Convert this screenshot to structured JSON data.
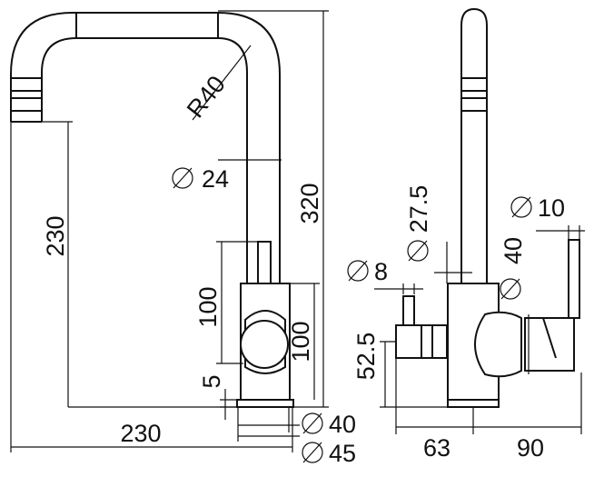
{
  "colors": {
    "line": "#111111",
    "background": "#ffffff"
  },
  "front_view": {
    "total_width": "230",
    "spout_height": "230",
    "total_height": "320",
    "bend_radius": "R40",
    "spout_diameter": "24",
    "lever_height": "100",
    "body_height": "100",
    "base_step": "5",
    "base_diameter_inner": "40",
    "base_diameter_outer": "45"
  },
  "side_view": {
    "body_diameter": "27.5",
    "lever_diameter": "10",
    "handle_diameter": "40",
    "pin_diameter": "8",
    "outlet_height": "52.5",
    "left_depth": "63",
    "right_depth": "90"
  },
  "diameter_symbol": "∅"
}
